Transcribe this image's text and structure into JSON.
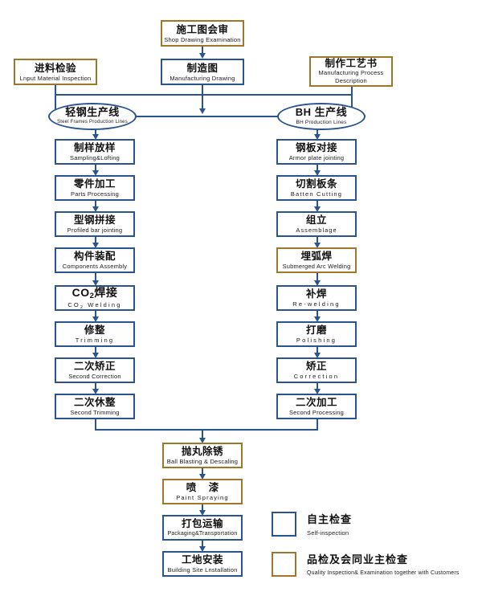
{
  "diagram": {
    "title_cn": "",
    "colors": {
      "blue": "#2A5490",
      "gold": "#A0762A",
      "text": "#111111",
      "background": "#FFFFFF"
    }
  },
  "top": {
    "shop_drawing": {
      "cn": "施工图会审",
      "en": "Shop Drawing Examination",
      "type": "gold"
    },
    "input_inspection": {
      "cn": "进料检验",
      "en": "Lnput Material Inspection",
      "type": "gold"
    },
    "manufacturing_drawing": {
      "cn": "制造图",
      "en": "Manufacturing Drawing",
      "type": "blue"
    },
    "process_description": {
      "cn": "制作工艺书",
      "en_line1": "Manufacturing Process",
      "en_line2": "Description",
      "type": "gold"
    }
  },
  "lines": {
    "left": {
      "cn": "轻钢生产线",
      "en": "Steel Frames Production Lines"
    },
    "right": {
      "cn": "BH 生产线",
      "en": "BH Production Lines"
    }
  },
  "left_column": [
    {
      "cn": "制样放样",
      "en": "Sampling&Lofting",
      "type": "blue"
    },
    {
      "cn": "零件加工",
      "en": "Parts Processing",
      "type": "blue"
    },
    {
      "cn": "型钢拼接",
      "en": "Profiled bar jointing",
      "type": "blue"
    },
    {
      "cn": "构件装配",
      "en": "Components Assembly",
      "type": "blue"
    },
    {
      "cn": "CO2焊接",
      "en": "CO2 Welding",
      "type": "blue",
      "subscript": true
    },
    {
      "cn": "修整",
      "en": "Trimming",
      "type": "blue",
      "wide": true
    },
    {
      "cn": "二次矫正",
      "en": "Second Correction",
      "type": "blue"
    },
    {
      "cn": "二次休整",
      "en": "Second Trimming",
      "type": "blue"
    }
  ],
  "right_column": [
    {
      "cn": "钢板对接",
      "en": "Armor plate jointing",
      "type": "blue"
    },
    {
      "cn": "切割板条",
      "en": "Batten Cutting",
      "type": "blue"
    },
    {
      "cn": "组立",
      "en": "Assemblage",
      "type": "blue"
    },
    {
      "cn": "埋弧焊",
      "en": "Submerged Arc Welding",
      "type": "gold"
    },
    {
      "cn": "补焊",
      "en": "Re-welding",
      "type": "blue",
      "wide": true
    },
    {
      "cn": "打磨",
      "en": "Polishing",
      "type": "blue",
      "wide": true
    },
    {
      "cn": "矫正",
      "en": "Correction",
      "type": "blue",
      "wide": true
    },
    {
      "cn": "二次加工",
      "en": "Second Processing",
      "type": "blue"
    }
  ],
  "bottom_column": [
    {
      "cn": "抛丸除锈",
      "en": "Ball Blasting & Descaling",
      "type": "gold"
    },
    {
      "cn": "喷 漆",
      "en": "Paint Spraying",
      "type": "gold",
      "spaced": true
    },
    {
      "cn": "打包运输",
      "en": "Packaging&Transportation",
      "type": "blue"
    },
    {
      "cn": "工地安装",
      "en": "Building Site Lnstallation",
      "type": "blue"
    }
  ],
  "legend": [
    {
      "cn": "自主检查",
      "en": "Self-inspection",
      "type": "blue"
    },
    {
      "cn": "品检及会同业主检查",
      "en": "Quality Inspection& Examination together with Customers",
      "type": "gold"
    }
  ]
}
